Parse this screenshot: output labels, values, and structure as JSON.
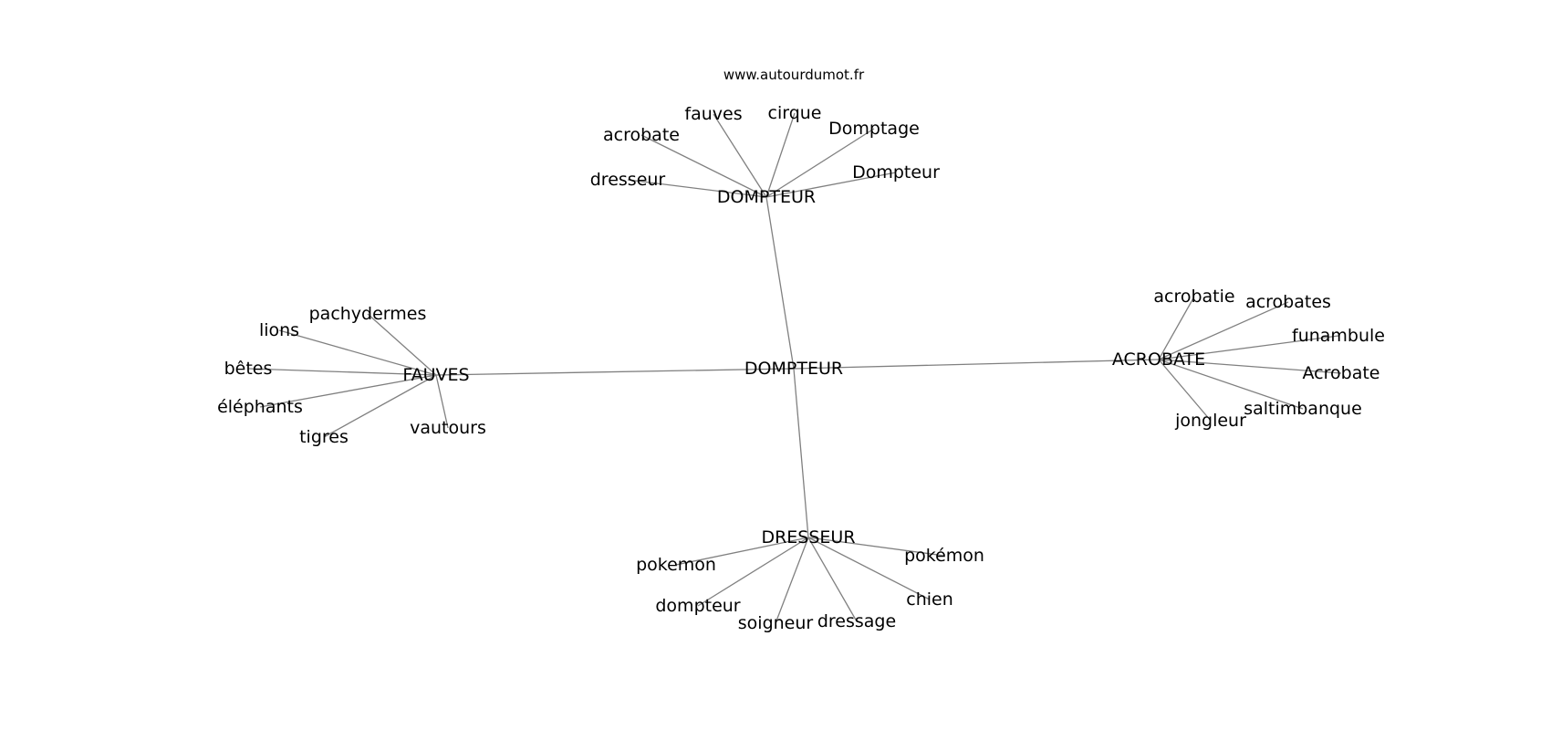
{
  "site": "www.autourdumot.fr",
  "nodes": {
    "center": "DOMPTEUR",
    "dompteur": "DOMPTEUR",
    "fauves": "FAUVES",
    "acrobate_hub": "ACROBATE",
    "dresseur_hub": "DRESSEUR",
    "d_acrobate": "acrobate",
    "d_fauves": "fauves",
    "d_cirque": "cirque",
    "d_domptage": "Domptage",
    "d_dompteur": "Dompteur",
    "d_dresseur": "dresseur",
    "f_pachydermes": "pachydermes",
    "f_lions": "lions",
    "f_betes": "bêtes",
    "f_elephants": "éléphants",
    "f_tigres": "tigres",
    "f_vautours": "vautours",
    "a_acrobatie": "acrobatie",
    "a_acrobates": "acrobates",
    "a_funambule": "funambule",
    "a_acrobate": "Acrobate",
    "a_saltimbanque": "saltimbanque",
    "a_jongleur": "jongleur",
    "r_pokemon": "pokemon",
    "r_pokemon2": "pokémon",
    "r_dompteur": "dompteur",
    "r_soigneur": "soigneur",
    "r_dressage": "dressage",
    "r_chien": "chien"
  },
  "edges": [
    [
      "center",
      "dompteur"
    ],
    [
      "center",
      "fauves"
    ],
    [
      "center",
      "acrobate_hub"
    ],
    [
      "center",
      "dresseur_hub"
    ],
    [
      "dompteur",
      "d_acrobate"
    ],
    [
      "dompteur",
      "d_fauves"
    ],
    [
      "dompteur",
      "d_cirque"
    ],
    [
      "dompteur",
      "d_domptage"
    ],
    [
      "dompteur",
      "d_dompteur"
    ],
    [
      "dompteur",
      "d_dresseur"
    ],
    [
      "fauves",
      "f_pachydermes"
    ],
    [
      "fauves",
      "f_lions"
    ],
    [
      "fauves",
      "f_betes"
    ],
    [
      "fauves",
      "f_elephants"
    ],
    [
      "fauves",
      "f_tigres"
    ],
    [
      "fauves",
      "f_vautours"
    ],
    [
      "acrobate_hub",
      "a_acrobatie"
    ],
    [
      "acrobate_hub",
      "a_acrobates"
    ],
    [
      "acrobate_hub",
      "a_funambule"
    ],
    [
      "acrobate_hub",
      "a_acrobate"
    ],
    [
      "acrobate_hub",
      "a_saltimbanque"
    ],
    [
      "acrobate_hub",
      "a_jongleur"
    ],
    [
      "dresseur_hub",
      "r_pokemon"
    ],
    [
      "dresseur_hub",
      "r_pokemon2"
    ],
    [
      "dresseur_hub",
      "r_dompteur"
    ],
    [
      "dresseur_hub",
      "r_soigneur"
    ],
    [
      "dresseur_hub",
      "r_dressage"
    ],
    [
      "dresseur_hub",
      "r_chien"
    ]
  ]
}
